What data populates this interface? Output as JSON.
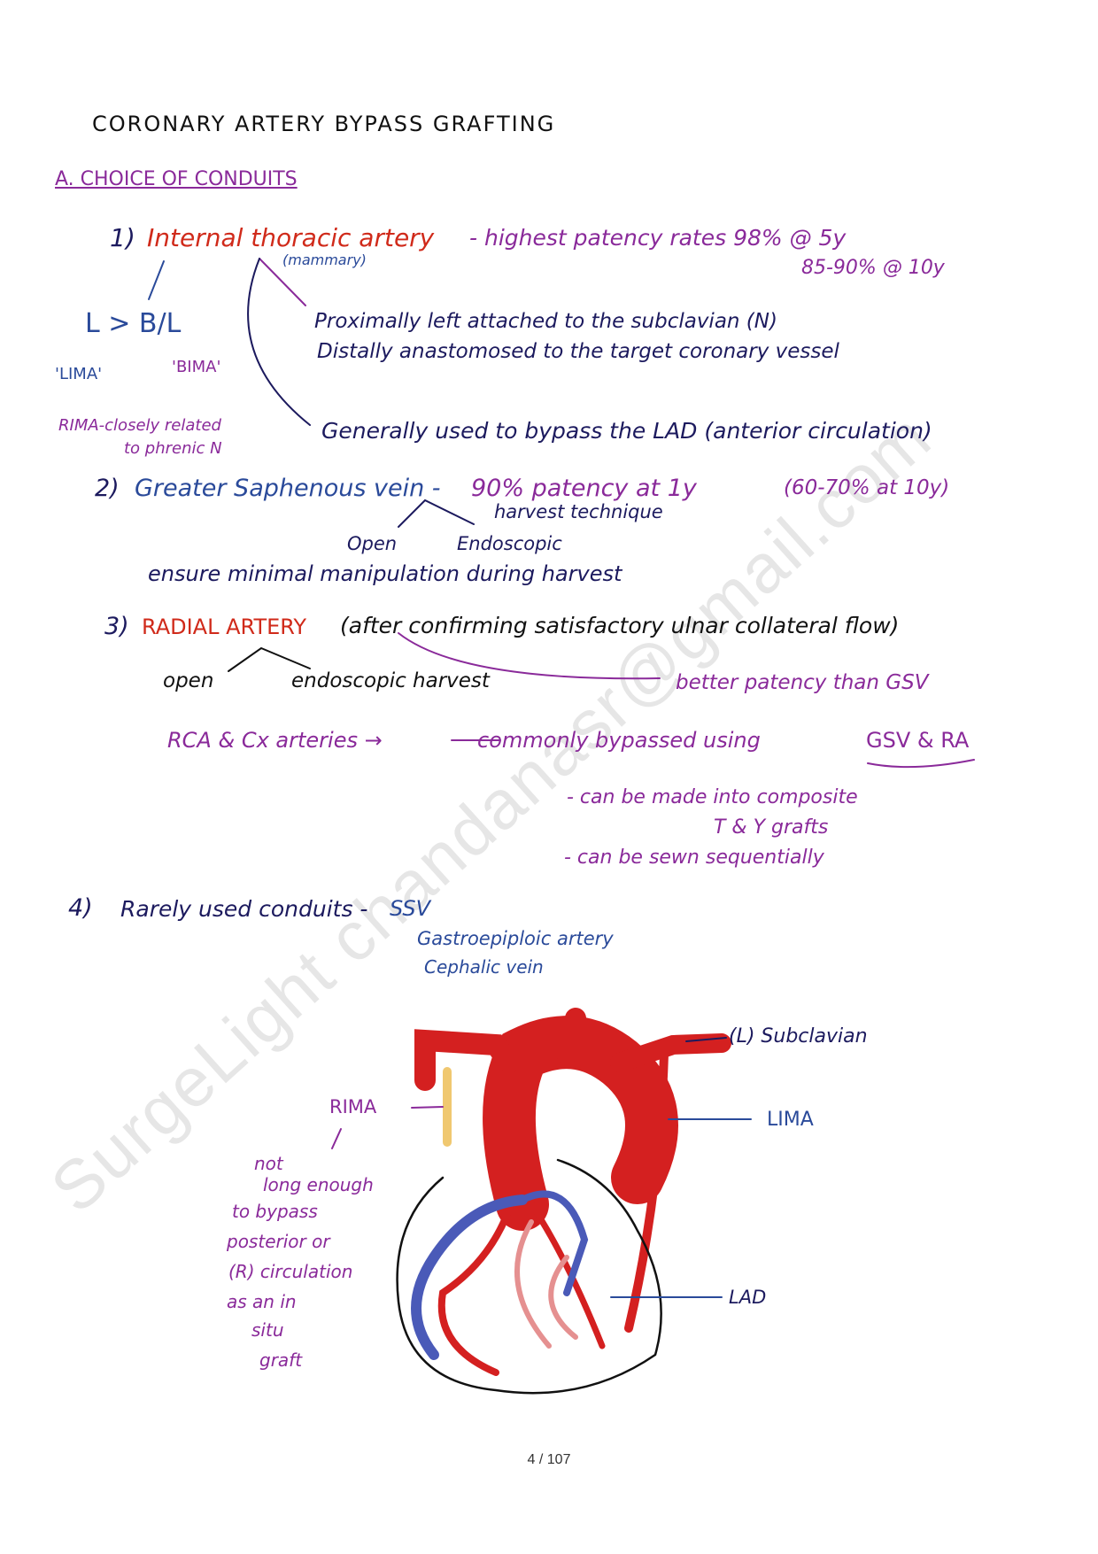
{
  "title": "CORONARY ARTERY BYPASS GRAFTING",
  "section_a": "A. CHOICE OF CONDUITS",
  "item1": {
    "number": "1)",
    "name": "Internal thoracic artery",
    "alias": "(mammary)",
    "patency": "- highest patency rates 98% @ 5y",
    "patency_10y": "85-90% @ 10y",
    "preference": "L > B/L",
    "lima": "'LIMA'",
    "bima": "'BIMA'",
    "rima_note_1": "RIMA-closely related",
    "rima_note_2": "to phrenic N",
    "proximal": "Proximally left attached to the subclavian (N)",
    "distal": "Distally anastomosed to the target coronary vessel",
    "usage": "Generally used to bypass the LAD (anterior circulation)"
  },
  "item2": {
    "number": "2)",
    "name": "Greater Saphenous vein -",
    "patency": "90% patency at 1y",
    "patency_10y": "(60-70% at 10y)",
    "harvest": "harvest technique",
    "open": "Open",
    "endoscopic": "Endoscopic",
    "note": "ensure minimal manipulation during harvest"
  },
  "item3": {
    "number": "3)",
    "name": "RADIAL ARTERY",
    "condition": "(after confirming satisfactory ulnar collateral flow)",
    "open": "open",
    "endoscopic": "endoscopic harvest",
    "better": "better patency than GSV",
    "rca": "RCA & Cx arteries →",
    "commonly": "commonly bypassed using",
    "grafts": "GSV & RA",
    "composite": "- can be made into composite",
    "ty": "T & Y grafts",
    "sequential": "- can be sewn sequentially"
  },
  "item4": {
    "number": "4)",
    "name": "Rarely used conduits -",
    "c1": "SSV",
    "c2": "Gastroepiploic artery",
    "c3": "Cephalic vein"
  },
  "diagram": {
    "subclavian": "(L) Subclavian",
    "lima": "LIMA",
    "rima": "RIMA",
    "rima_note": [
      "not",
      "long enough",
      "to bypass",
      "posterior or",
      "(R) circulation",
      "as an in",
      "situ",
      "graft"
    ],
    "lad": "LAD",
    "colors": {
      "artery": "#d42020",
      "vein": "#4a5ab8",
      "rima": "#f0c870",
      "outline": "#111111"
    }
  },
  "watermark": "SurgeLight  chandanasr@gmail.com",
  "page_number": "4 / 107"
}
